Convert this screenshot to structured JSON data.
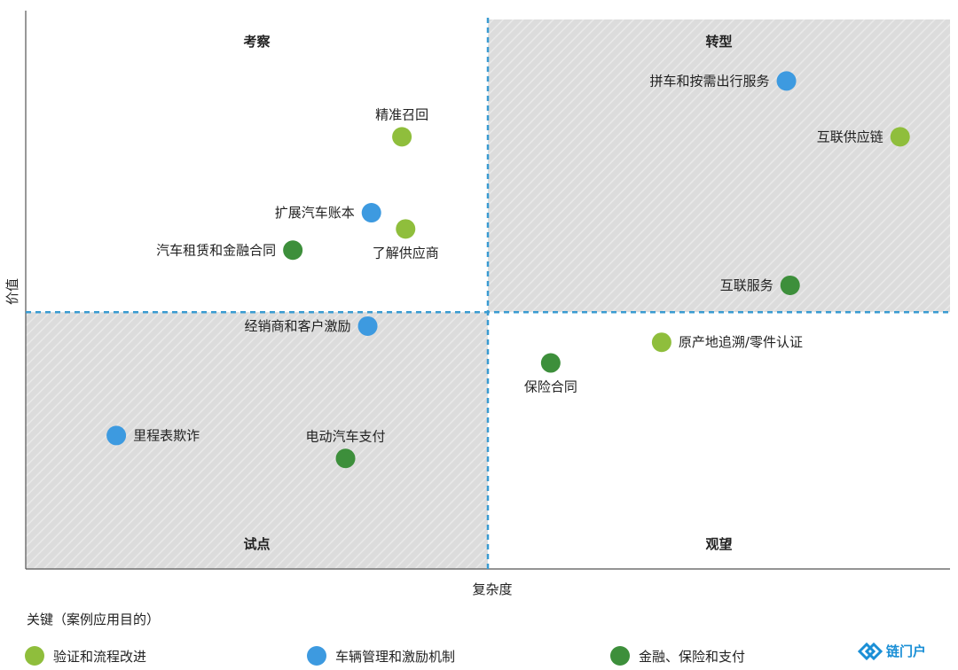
{
  "chart_data": {
    "type": "scatter",
    "xlabel": "复杂度",
    "ylabel": "价值",
    "quadrants": {
      "top_left": "考察",
      "top_right": "转型",
      "bottom_left": "试点",
      "bottom_right": "观望"
    },
    "xlim": [
      0,
      100
    ],
    "ylim": [
      0,
      100
    ],
    "divider_x": 50,
    "divider_y": 46,
    "series": [
      {
        "name": "验证和流程改进",
        "color": "#8fbe3c",
        "points": [
          {
            "label": "精准召回",
            "x": 40.7,
            "y": 77.4
          },
          {
            "label": "了解供应商",
            "x": 41.1,
            "y": 60.9
          },
          {
            "label": "互联供应链",
            "x": 94.6,
            "y": 77.4
          },
          {
            "label": "原产地追溯/零件认证",
            "x": 68.8,
            "y": 40.6
          }
        ]
      },
      {
        "name": "车辆管理和激励机制",
        "color": "#3d9ae0",
        "points": [
          {
            "label": "拼车和按需出行服务",
            "x": 82.3,
            "y": 87.4
          },
          {
            "label": "扩展汽车账本",
            "x": 37.4,
            "y": 63.8
          },
          {
            "label": "经销商和客户激励",
            "x": 37.0,
            "y": 43.5
          },
          {
            "label": "里程表欺诈",
            "x": 9.8,
            "y": 23.9
          }
        ]
      },
      {
        "name": "金融、保险和支付",
        "color": "#3d8f3b",
        "points": [
          {
            "label": "汽车租赁和金融合同",
            "x": 28.9,
            "y": 57.1
          },
          {
            "label": "互联服务",
            "x": 82.7,
            "y": 50.8
          },
          {
            "label": "保险合同",
            "x": 56.8,
            "y": 36.9
          },
          {
            "label": "电动汽车支付",
            "x": 34.6,
            "y": 19.8
          }
        ]
      }
    ]
  },
  "legend": {
    "title": "关键（案例应用目的）"
  },
  "logo": {
    "text": "链门户"
  }
}
